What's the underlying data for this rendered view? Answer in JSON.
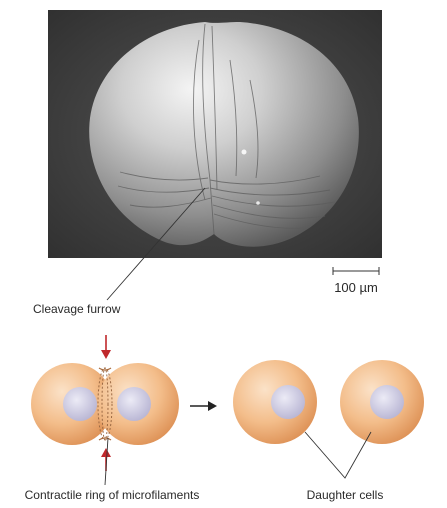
{
  "labels": {
    "scale_bar": "100 µm",
    "cleavage_furrow": "Cleavage furrow",
    "contractile_ring": "Contractile ring of microfilaments",
    "daughter_cells": "Daughter cells"
  },
  "colors": {
    "micrograph_background": "#3c3c3c",
    "cell_fill": "#f0b27c",
    "nucleus_fill": "#cfcde4",
    "arrow_red": "#c0282c"
  }
}
